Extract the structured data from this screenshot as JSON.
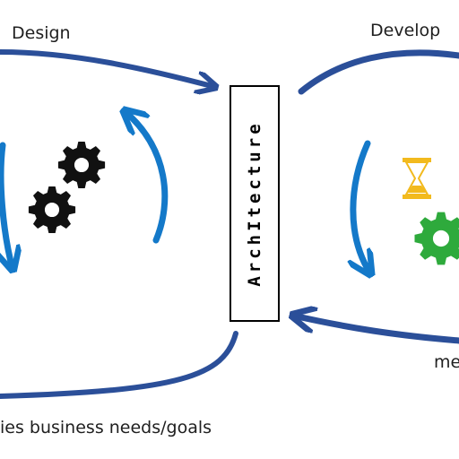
{
  "labels": {
    "design": "Design",
    "develop": "Develop",
    "architecture": "ArchItecture",
    "needs": "ies business needs/goals",
    "me": "me"
  },
  "colors": {
    "navy_arrow": "#2b4f99",
    "blue_arrow": "#1479c9",
    "gear_black": "#111111",
    "gear_green": "#2eaa3c",
    "hourglass_gold": "#f2ba1e"
  },
  "icons": {
    "design_gears": "gear-icon",
    "develop_gear": "gear-icon",
    "develop_timer": "hourglass-icon"
  }
}
